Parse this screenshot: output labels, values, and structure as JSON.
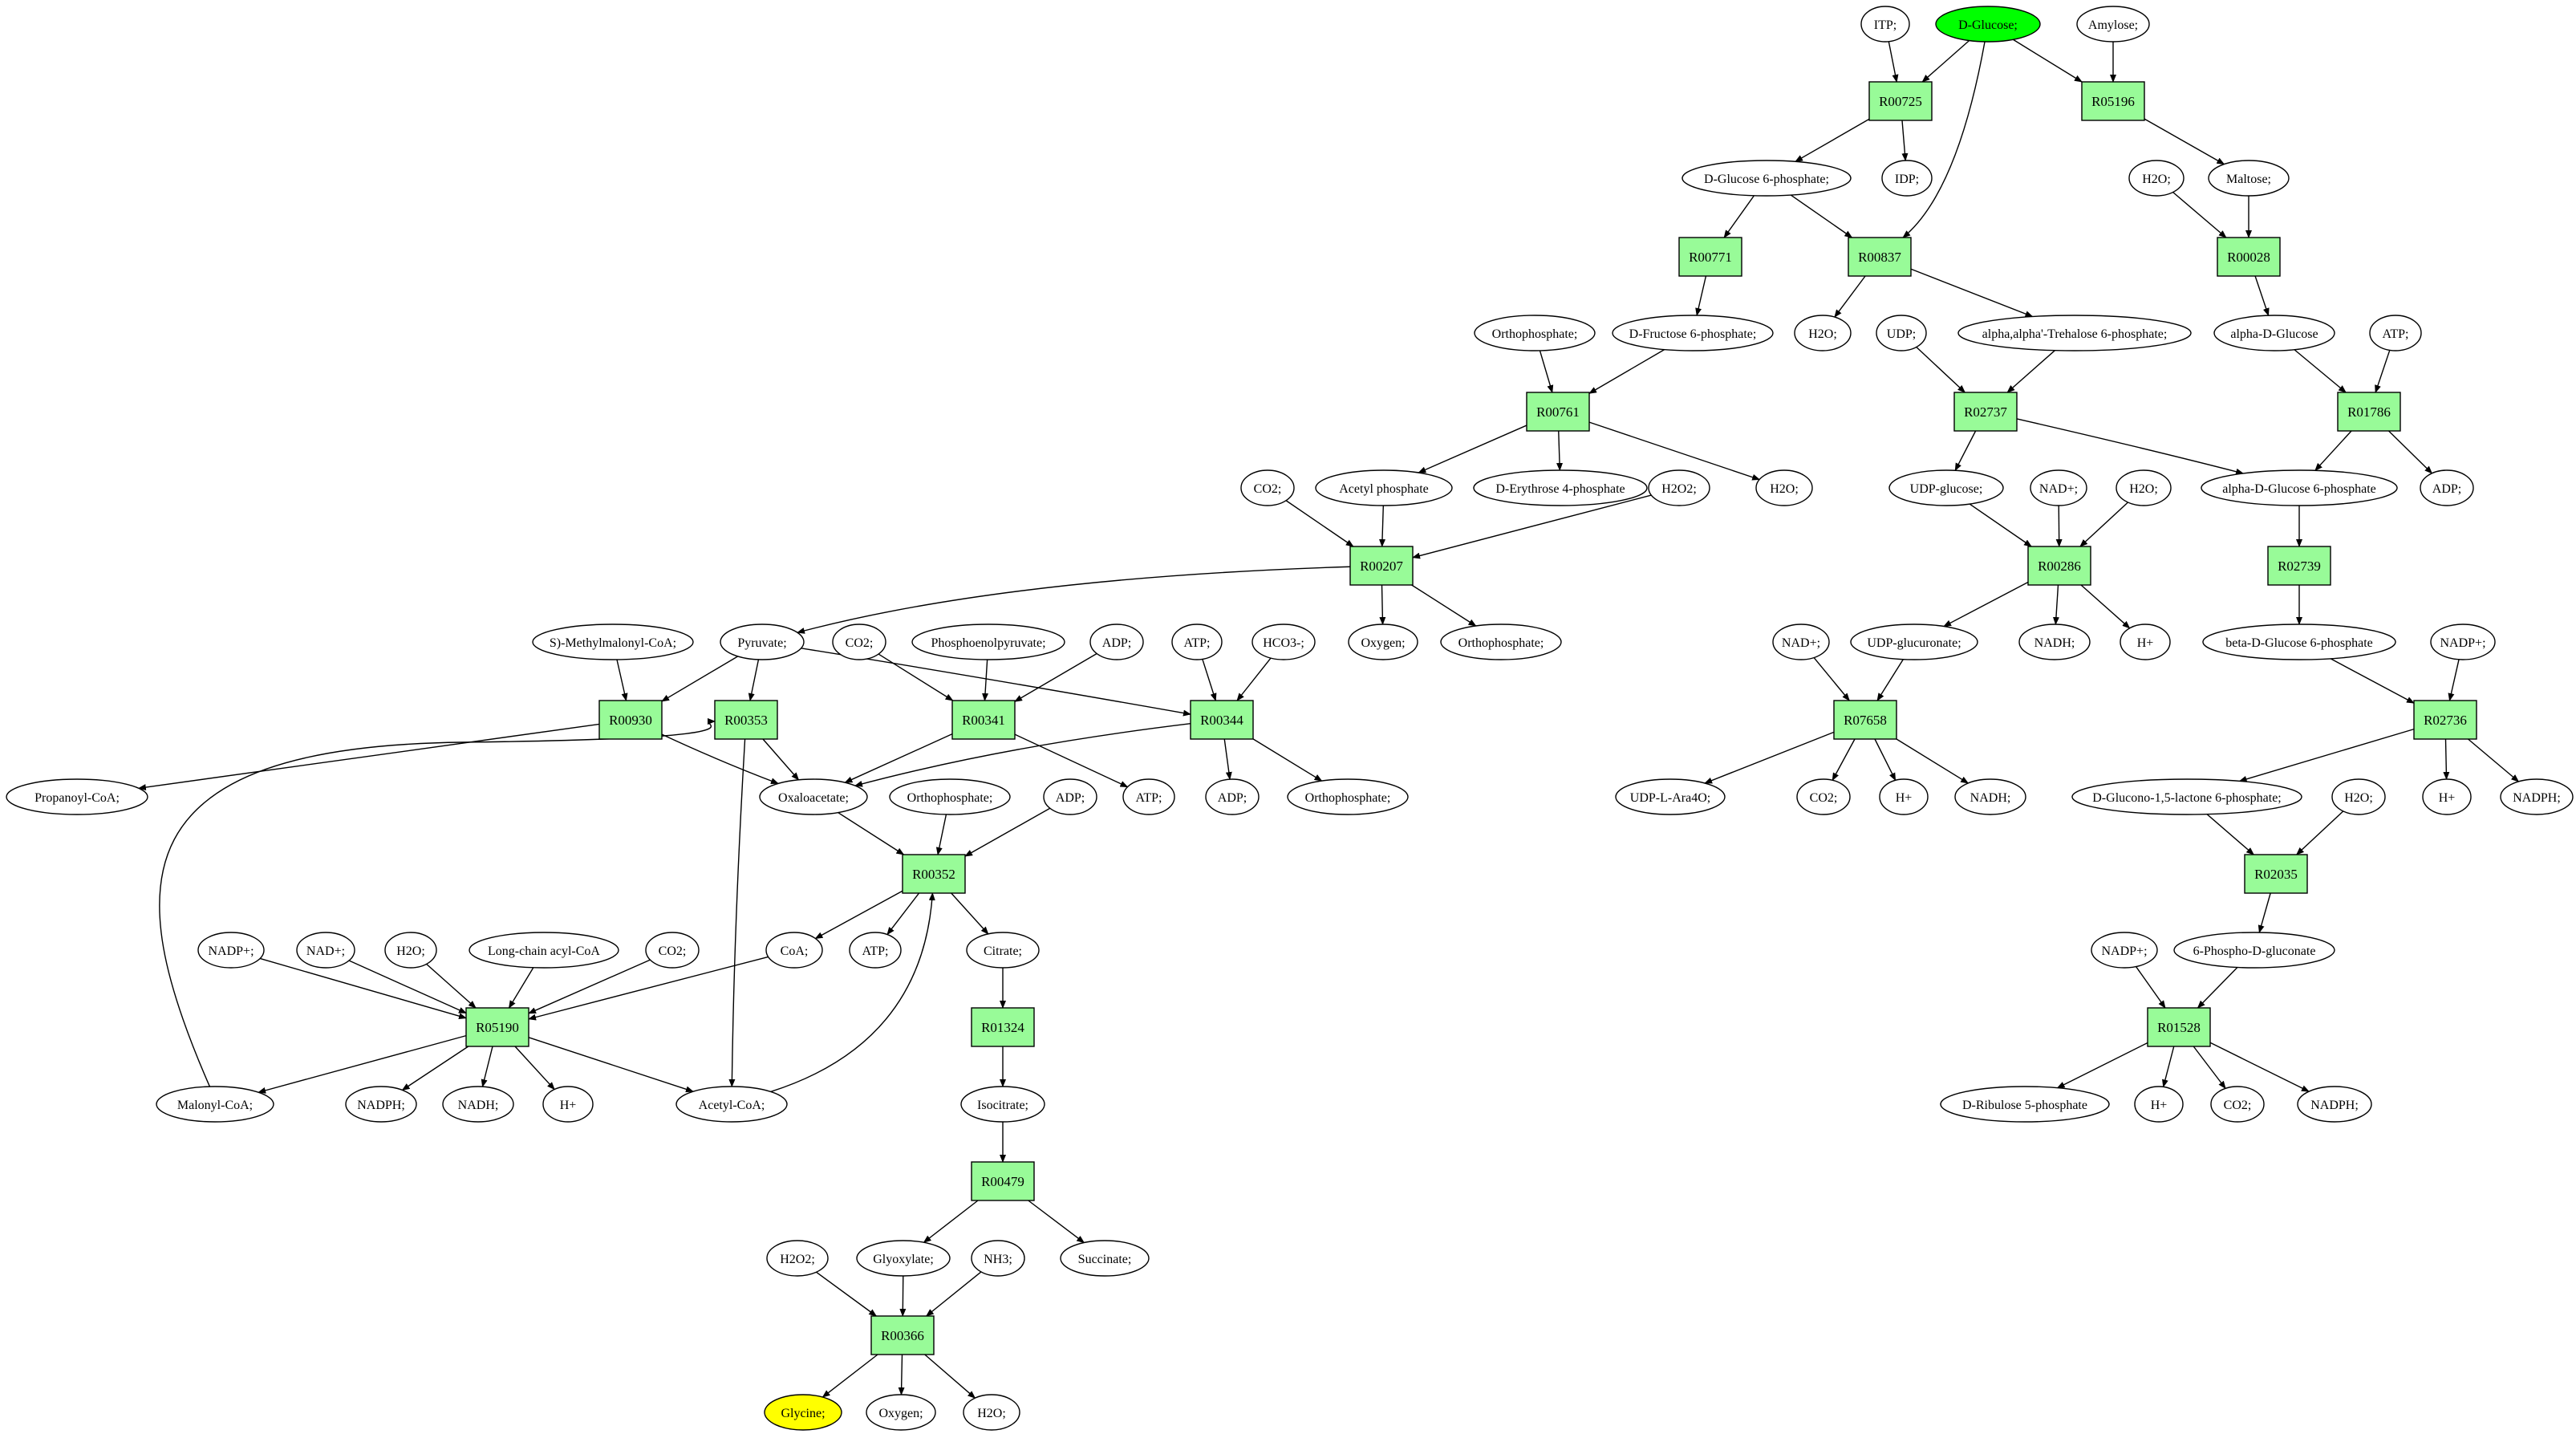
{
  "colors": {
    "reaction_fill": "#98fb98",
    "source_fill": "#00ff00",
    "target_fill": "#ffff00",
    "compound_fill": "#ffffff",
    "stroke": "#000000"
  },
  "nodes": [
    {
      "id": "itp",
      "label": "ITP;",
      "kind": "compound"
    },
    {
      "id": "dglucose",
      "label": "D-Glucose;",
      "kind": "source"
    },
    {
      "id": "amylose",
      "label": "Amylose;",
      "kind": "compound"
    },
    {
      "id": "r00725",
      "label": "R00725",
      "kind": "reaction"
    },
    {
      "id": "r05196",
      "label": "R05196",
      "kind": "reaction"
    },
    {
      "id": "g6p",
      "label": "D-Glucose 6-phosphate;",
      "kind": "compound"
    },
    {
      "id": "idp",
      "label": "IDP;",
      "kind": "compound"
    },
    {
      "id": "h2o_a",
      "label": "H2O;",
      "kind": "compound"
    },
    {
      "id": "maltose",
      "label": "Maltose;",
      "kind": "compound"
    },
    {
      "id": "r00771",
      "label": "R00771",
      "kind": "reaction"
    },
    {
      "id": "r00837",
      "label": "R00837",
      "kind": "reaction"
    },
    {
      "id": "r00028",
      "label": "R00028",
      "kind": "reaction"
    },
    {
      "id": "orthop_a",
      "label": "Orthophosphate;",
      "kind": "compound"
    },
    {
      "id": "f6p",
      "label": "D-Fructose 6-phosphate;",
      "kind": "compound"
    },
    {
      "id": "h2o_b",
      "label": "H2O;",
      "kind": "compound"
    },
    {
      "id": "udp_a",
      "label": "UDP;",
      "kind": "compound"
    },
    {
      "id": "trehalose6p",
      "label": "alpha,alpha'-Trehalose 6-phosphate;",
      "kind": "compound"
    },
    {
      "id": "alphadglucose",
      "label": "alpha-D-Glucose",
      "kind": "compound"
    },
    {
      "id": "atp_a",
      "label": "ATP;",
      "kind": "compound"
    },
    {
      "id": "r00761",
      "label": "R00761",
      "kind": "reaction"
    },
    {
      "id": "r02737",
      "label": "R02737",
      "kind": "reaction"
    },
    {
      "id": "r01786",
      "label": "R01786",
      "kind": "reaction"
    },
    {
      "id": "co2_a",
      "label": "CO2;",
      "kind": "compound"
    },
    {
      "id": "acetylp",
      "label": "Acetyl phosphate",
      "kind": "compound"
    },
    {
      "id": "e4p",
      "label": "D-Erythrose 4-phosphate",
      "kind": "compound"
    },
    {
      "id": "h2o2_a",
      "label": "H2O2;",
      "kind": "compound"
    },
    {
      "id": "h2o_c",
      "label": "H2O;",
      "kind": "compound"
    },
    {
      "id": "udpglucose",
      "label": "UDP-glucose;",
      "kind": "compound"
    },
    {
      "id": "nad_a",
      "label": "NAD+;",
      "kind": "compound"
    },
    {
      "id": "h2o_d",
      "label": "H2O;",
      "kind": "compound"
    },
    {
      "id": "adg6p",
      "label": "alpha-D-Glucose 6-phosphate",
      "kind": "compound"
    },
    {
      "id": "adp_a",
      "label": "ADP;",
      "kind": "compound"
    },
    {
      "id": "r00207",
      "label": "R00207",
      "kind": "reaction"
    },
    {
      "id": "r00286",
      "label": "R00286",
      "kind": "reaction"
    },
    {
      "id": "r02739",
      "label": "R02739",
      "kind": "reaction"
    },
    {
      "id": "smethyl",
      "label": "S)-Methylmalonyl-CoA;",
      "kind": "compound"
    },
    {
      "id": "pyruvate",
      "label": "Pyruvate;",
      "kind": "compound"
    },
    {
      "id": "co2_b",
      "label": "CO2;",
      "kind": "compound"
    },
    {
      "id": "pep",
      "label": "Phosphoenolpyruvate;",
      "kind": "compound"
    },
    {
      "id": "adp_b",
      "label": "ADP;",
      "kind": "compound"
    },
    {
      "id": "atp_b",
      "label": "ATP;",
      "kind": "compound"
    },
    {
      "id": "hco3",
      "label": "HCO3-;",
      "kind": "compound"
    },
    {
      "id": "oxygen_a",
      "label": "Oxygen;",
      "kind": "compound"
    },
    {
      "id": "orthop_b",
      "label": "Orthophosphate;",
      "kind": "compound"
    },
    {
      "id": "nad_b",
      "label": "NAD+;",
      "kind": "compound"
    },
    {
      "id": "udpglucuronate",
      "label": "UDP-glucuronate;",
      "kind": "compound"
    },
    {
      "id": "nadh_a",
      "label": "NADH;",
      "kind": "compound"
    },
    {
      "id": "hplus_a",
      "label": "H+",
      "kind": "compound"
    },
    {
      "id": "bdg6p",
      "label": "beta-D-Glucose 6-phosphate",
      "kind": "compound"
    },
    {
      "id": "nadp_a",
      "label": "NADP+;",
      "kind": "compound"
    },
    {
      "id": "r00930",
      "label": "R00930",
      "kind": "reaction"
    },
    {
      "id": "r00353",
      "label": "R00353",
      "kind": "reaction"
    },
    {
      "id": "r00341",
      "label": "R00341",
      "kind": "reaction"
    },
    {
      "id": "r00344",
      "label": "R00344",
      "kind": "reaction"
    },
    {
      "id": "r07658",
      "label": "R07658",
      "kind": "reaction"
    },
    {
      "id": "r02736",
      "label": "R02736",
      "kind": "reaction"
    },
    {
      "id": "propanoyl",
      "label": "Propanoyl-CoA;",
      "kind": "compound"
    },
    {
      "id": "oxaloacetate",
      "label": "Oxaloacetate;",
      "kind": "compound"
    },
    {
      "id": "orthop_c",
      "label": "Orthophosphate;",
      "kind": "compound"
    },
    {
      "id": "adp_c",
      "label": "ADP;",
      "kind": "compound"
    },
    {
      "id": "atp_c",
      "label": "ATP;",
      "kind": "compound"
    },
    {
      "id": "adp_d",
      "label": "ADP;",
      "kind": "compound"
    },
    {
      "id": "orthop_d",
      "label": "Orthophosphate;",
      "kind": "compound"
    },
    {
      "id": "udpara",
      "label": "UDP-L-Ara4O;",
      "kind": "compound"
    },
    {
      "id": "co2_c",
      "label": "CO2;",
      "kind": "compound"
    },
    {
      "id": "hplus_b",
      "label": "H+",
      "kind": "compound"
    },
    {
      "id": "nadh_b",
      "label": "NADH;",
      "kind": "compound"
    },
    {
      "id": "gluconolactone",
      "label": "D-Glucono-1,5-lactone 6-phosphate;",
      "kind": "compound"
    },
    {
      "id": "h2o_e",
      "label": "H2O;",
      "kind": "compound"
    },
    {
      "id": "hplus_c",
      "label": "H+",
      "kind": "compound"
    },
    {
      "id": "nadph_a",
      "label": "NADPH;",
      "kind": "compound"
    },
    {
      "id": "r00352",
      "label": "R00352",
      "kind": "reaction"
    },
    {
      "id": "r02035",
      "label": "R02035",
      "kind": "reaction"
    },
    {
      "id": "nadp_b",
      "label": "NADP+;",
      "kind": "compound"
    },
    {
      "id": "nad_c",
      "label": "NAD+;",
      "kind": "compound"
    },
    {
      "id": "h2o_f",
      "label": "H2O;",
      "kind": "compound"
    },
    {
      "id": "longchain",
      "label": "Long-chain acyl-CoA",
      "kind": "compound"
    },
    {
      "id": "co2_d",
      "label": "CO2;",
      "kind": "compound"
    },
    {
      "id": "coa",
      "label": "CoA;",
      "kind": "compound"
    },
    {
      "id": "atp_d",
      "label": "ATP;",
      "kind": "compound"
    },
    {
      "id": "citrate",
      "label": "Citrate;",
      "kind": "compound"
    },
    {
      "id": "nadp_c",
      "label": "NADP+;",
      "kind": "compound"
    },
    {
      "id": "phosphogluconate",
      "label": "6-Phospho-D-gluconate",
      "kind": "compound"
    },
    {
      "id": "r05190",
      "label": "R05190",
      "kind": "reaction"
    },
    {
      "id": "r01324",
      "label": "R01324",
      "kind": "reaction"
    },
    {
      "id": "r01528",
      "label": "R01528",
      "kind": "reaction"
    },
    {
      "id": "malonyl",
      "label": "Malonyl-CoA;",
      "kind": "compound"
    },
    {
      "id": "nadph_b",
      "label": "NADPH;",
      "kind": "compound"
    },
    {
      "id": "nadh_c",
      "label": "NADH;",
      "kind": "compound"
    },
    {
      "id": "hplus_d",
      "label": "H+",
      "kind": "compound"
    },
    {
      "id": "acetylcoa",
      "label": "Acetyl-CoA;",
      "kind": "compound"
    },
    {
      "id": "isocitrate",
      "label": "Isocitrate;",
      "kind": "compound"
    },
    {
      "id": "ribulose",
      "label": "D-Ribulose 5-phosphate",
      "kind": "compound"
    },
    {
      "id": "hplus_e",
      "label": "H+",
      "kind": "compound"
    },
    {
      "id": "co2_e",
      "label": "CO2;",
      "kind": "compound"
    },
    {
      "id": "nadph_c",
      "label": "NADPH;",
      "kind": "compound"
    },
    {
      "id": "r00479",
      "label": "R00479",
      "kind": "reaction"
    },
    {
      "id": "h2o2_b",
      "label": "H2O2;",
      "kind": "compound"
    },
    {
      "id": "glyoxylate",
      "label": "Glyoxylate;",
      "kind": "compound"
    },
    {
      "id": "nh3",
      "label": "NH3;",
      "kind": "compound"
    },
    {
      "id": "succinate",
      "label": "Succinate;",
      "kind": "compound"
    },
    {
      "id": "r00366",
      "label": "R00366",
      "kind": "reaction"
    },
    {
      "id": "glycine",
      "label": "Glycine;",
      "kind": "target"
    },
    {
      "id": "oxygen_b",
      "label": "Oxygen;",
      "kind": "compound"
    },
    {
      "id": "h2o_g",
      "label": "H2O;",
      "kind": "compound"
    }
  ],
  "edges": [
    [
      "itp",
      "r00725"
    ],
    [
      "dglucose",
      "r00725"
    ],
    [
      "dglucose",
      "r05196"
    ],
    [
      "amylose",
      "r05196"
    ],
    [
      "dglucose",
      "r00837"
    ],
    [
      "r00725",
      "g6p"
    ],
    [
      "r00725",
      "idp"
    ],
    [
      "r05196",
      "maltose"
    ],
    [
      "g6p",
      "r00771"
    ],
    [
      "g6p",
      "r00837"
    ],
    [
      "h2o_a",
      "r00028"
    ],
    [
      "maltose",
      "r00028"
    ],
    [
      "r00771",
      "f6p"
    ],
    [
      "r00837",
      "h2o_b"
    ],
    [
      "r00837",
      "trehalose6p"
    ],
    [
      "r00028",
      "alphadglucose"
    ],
    [
      "orthop_a",
      "r00761"
    ],
    [
      "f6p",
      "r00761"
    ],
    [
      "udp_a",
      "r02737"
    ],
    [
      "trehalose6p",
      "r02737"
    ],
    [
      "alphadglucose",
      "r01786"
    ],
    [
      "atp_a",
      "r01786"
    ],
    [
      "r00761",
      "acetylp"
    ],
    [
      "r00761",
      "e4p"
    ],
    [
      "r00761",
      "h2o_c"
    ],
    [
      "r02737",
      "udpglucose"
    ],
    [
      "r02737",
      "adg6p"
    ],
    [
      "r01786",
      "adg6p"
    ],
    [
      "r01786",
      "adp_a"
    ],
    [
      "co2_a",
      "r00207"
    ],
    [
      "acetylp",
      "r00207"
    ],
    [
      "h2o2_a",
      "r00207"
    ],
    [
      "udpglucose",
      "r00286"
    ],
    [
      "nad_a",
      "r00286"
    ],
    [
      "h2o_d",
      "r00286"
    ],
    [
      "adg6p",
      "r02739"
    ],
    [
      "r00207",
      "oxygen_a"
    ],
    [
      "r00207",
      "orthop_b"
    ],
    [
      "r00207",
      "pyruvate"
    ],
    [
      "r00286",
      "udpglucuronate"
    ],
    [
      "r00286",
      "nadh_a"
    ],
    [
      "r00286",
      "hplus_a"
    ],
    [
      "r02739",
      "bdg6p"
    ],
    [
      "smethyl",
      "r00930"
    ],
    [
      "pyruvate",
      "r00930"
    ],
    [
      "pyruvate",
      "r00353"
    ],
    [
      "pyruvate",
      "r00344"
    ],
    [
      "co2_b",
      "r00341"
    ],
    [
      "pep",
      "r00341"
    ],
    [
      "adp_b",
      "r00341"
    ],
    [
      "atp_b",
      "r00344"
    ],
    [
      "hco3",
      "r00344"
    ],
    [
      "nad_b",
      "r07658"
    ],
    [
      "udpglucuronate",
      "r07658"
    ],
    [
      "bdg6p",
      "r02736"
    ],
    [
      "nadp_a",
      "r02736"
    ],
    [
      "r00930",
      "propanoyl"
    ],
    [
      "r00930",
      "oxaloacetate"
    ],
    [
      "r00353",
      "oxaloacetate"
    ],
    [
      "r00353",
      "acetylcoa"
    ],
    [
      "r00341",
      "oxaloacetate"
    ],
    [
      "r00341",
      "atp_c"
    ],
    [
      "r00344",
      "oxaloacetate"
    ],
    [
      "r00344",
      "adp_d"
    ],
    [
      "r00344",
      "orthop_d"
    ],
    [
      "r07658",
      "udpara"
    ],
    [
      "r07658",
      "co2_c"
    ],
    [
      "r07658",
      "hplus_b"
    ],
    [
      "r07658",
      "nadh_b"
    ],
    [
      "r02736",
      "gluconolactone"
    ],
    [
      "r02736",
      "hplus_c"
    ],
    [
      "r02736",
      "nadph_a"
    ],
    [
      "oxaloacetate",
      "r00352"
    ],
    [
      "orthop_c",
      "r00352"
    ],
    [
      "adp_c",
      "r00352"
    ],
    [
      "acetylcoa",
      "r00352"
    ],
    [
      "gluconolactone",
      "r02035"
    ],
    [
      "h2o_e",
      "r02035"
    ],
    [
      "r00352",
      "coa"
    ],
    [
      "r00352",
      "atp_d"
    ],
    [
      "r00352",
      "citrate"
    ],
    [
      "r02035",
      "phosphogluconate"
    ],
    [
      "nadp_b",
      "r05190"
    ],
    [
      "nad_c",
      "r05190"
    ],
    [
      "h2o_f",
      "r05190"
    ],
    [
      "longchain",
      "r05190"
    ],
    [
      "co2_d",
      "r05190"
    ],
    [
      "coa",
      "r05190"
    ],
    [
      "citrate",
      "r01324"
    ],
    [
      "nadp_c",
      "r01528"
    ],
    [
      "phosphogluconate",
      "r01528"
    ],
    [
      "r05190",
      "malonyl"
    ],
    [
      "r05190",
      "nadph_b"
    ],
    [
      "r05190",
      "nadh_c"
    ],
    [
      "r05190",
      "hplus_d"
    ],
    [
      "r05190",
      "acetylcoa"
    ],
    [
      "malonyl",
      "r00353"
    ],
    [
      "r01324",
      "isocitrate"
    ],
    [
      "r01528",
      "ribulose"
    ],
    [
      "r01528",
      "hplus_e"
    ],
    [
      "r01528",
      "co2_e"
    ],
    [
      "r01528",
      "nadph_c"
    ],
    [
      "isocitrate",
      "r00479"
    ],
    [
      "r00479",
      "glyoxylate"
    ],
    [
      "r00479",
      "succinate"
    ],
    [
      "h2o2_b",
      "r00366"
    ],
    [
      "glyoxylate",
      "r00366"
    ],
    [
      "nh3",
      "r00366"
    ],
    [
      "r00366",
      "glycine"
    ],
    [
      "r00366",
      "oxygen_b"
    ],
    [
      "r00366",
      "h2o_g"
    ]
  ]
}
